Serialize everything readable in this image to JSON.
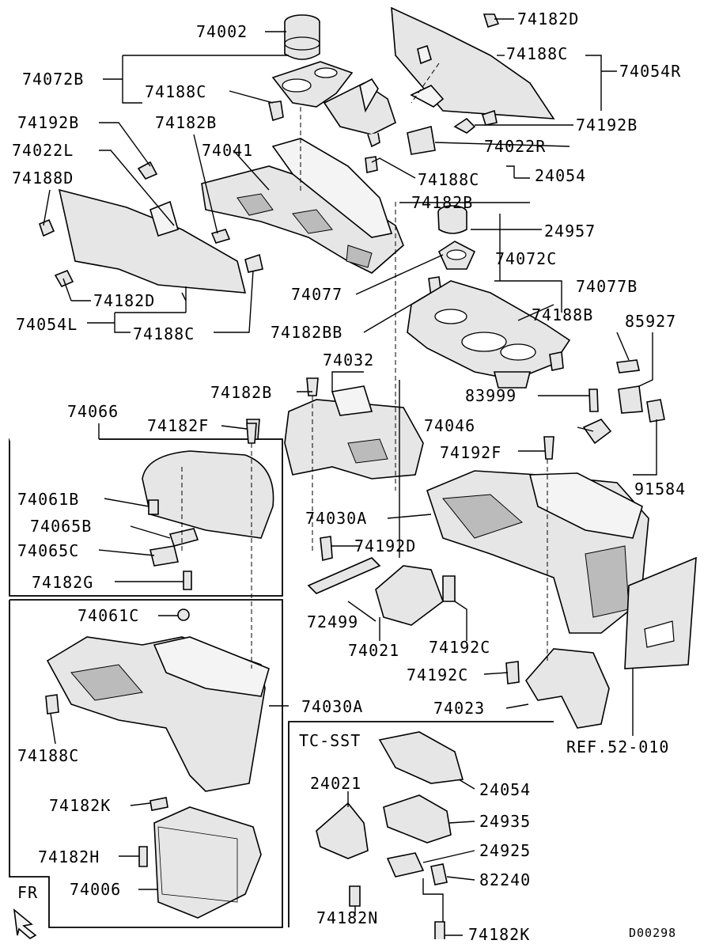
{
  "diagram": {
    "drawing_number": "D00298",
    "section_label": "TC-SST",
    "reference": "REF.52-010",
    "direction_label": "FR",
    "parts": [
      {
        "id": "p1",
        "label": "74002"
      },
      {
        "id": "p2",
        "label": "74182D"
      },
      {
        "id": "p3",
        "label": "74188C"
      },
      {
        "id": "p4",
        "label": "74054R"
      },
      {
        "id": "p5",
        "label": "74072B"
      },
      {
        "id": "p6",
        "label": "74188C"
      },
      {
        "id": "p7",
        "label": "74192B"
      },
      {
        "id": "p8",
        "label": "74182B"
      },
      {
        "id": "p9",
        "label": "74192B"
      },
      {
        "id": "p10",
        "label": "74022L"
      },
      {
        "id": "p11",
        "label": "74041"
      },
      {
        "id": "p12",
        "label": "74022R"
      },
      {
        "id": "p13",
        "label": "74188D"
      },
      {
        "id": "p14",
        "label": "74188C"
      },
      {
        "id": "p15",
        "label": "24054"
      },
      {
        "id": "p16",
        "label": "74182B"
      },
      {
        "id": "p17",
        "label": "24957"
      },
      {
        "id": "p18",
        "label": "74072C"
      },
      {
        "id": "p19",
        "label": "74182D"
      },
      {
        "id": "p20",
        "label": "74077"
      },
      {
        "id": "p21",
        "label": "74077B"
      },
      {
        "id": "p22",
        "label": "74054L"
      },
      {
        "id": "p23",
        "label": "74188B"
      },
      {
        "id": "p24",
        "label": "85927"
      },
      {
        "id": "p25",
        "label": "74182BB"
      },
      {
        "id": "p26",
        "label": "74188C"
      },
      {
        "id": "p27",
        "label": "74032"
      },
      {
        "id": "p28",
        "label": "74182B"
      },
      {
        "id": "p29",
        "label": "83999"
      },
      {
        "id": "p30",
        "label": "74066"
      },
      {
        "id": "p31",
        "label": "74182F"
      },
      {
        "id": "p32",
        "label": "74046"
      },
      {
        "id": "p33",
        "label": "74192F"
      },
      {
        "id": "p34",
        "label": "74061B"
      },
      {
        "id": "p35",
        "label": "91584"
      },
      {
        "id": "p36",
        "label": "74065B"
      },
      {
        "id": "p37",
        "label": "74030A"
      },
      {
        "id": "p38",
        "label": "74065C"
      },
      {
        "id": "p39",
        "label": "74192D"
      },
      {
        "id": "p40",
        "label": "74182G"
      },
      {
        "id": "p41",
        "label": "72499"
      },
      {
        "id": "p42",
        "label": "74061C"
      },
      {
        "id": "p43",
        "label": "74021"
      },
      {
        "id": "p44",
        "label": "74192C"
      },
      {
        "id": "p45",
        "label": "74192C"
      },
      {
        "id": "p46",
        "label": "74030A"
      },
      {
        "id": "p47",
        "label": "74023"
      },
      {
        "id": "p48",
        "label": "74188C"
      },
      {
        "id": "p49",
        "label": "24021"
      },
      {
        "id": "p50",
        "label": "24054"
      },
      {
        "id": "p51",
        "label": "74182K"
      },
      {
        "id": "p52",
        "label": "24935"
      },
      {
        "id": "p53",
        "label": "24925"
      },
      {
        "id": "p54",
        "label": "74182H"
      },
      {
        "id": "p55",
        "label": "82240"
      },
      {
        "id": "p56",
        "label": "74006"
      },
      {
        "id": "p57",
        "label": "74182N"
      },
      {
        "id": "p58",
        "label": "74182K"
      }
    ]
  }
}
